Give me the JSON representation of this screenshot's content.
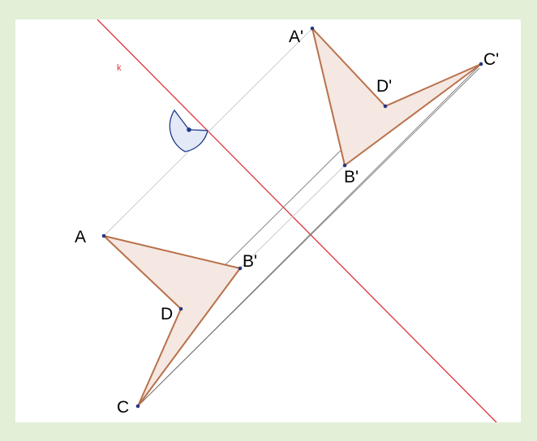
{
  "diagram": {
    "line": {
      "label": "k",
      "color": "#e0313a"
    },
    "angle_mark": {
      "fill": "#e4e9f7",
      "stroke": "#1f3a8a"
    },
    "polygon_style": {
      "fill": "#f5e7e1",
      "stroke": "#b8714a"
    },
    "helper_color": "#7a7a7a",
    "point_color": "#2b3580",
    "original": {
      "A": {
        "label": "A"
      },
      "B": {
        "label": "B'"
      },
      "C": {
        "label": "C"
      },
      "D": {
        "label": "D"
      }
    },
    "image": {
      "A": {
        "label": "A'"
      },
      "B": {
        "label": "B'"
      },
      "C": {
        "label": "C'"
      },
      "D": {
        "label": "D'"
      }
    }
  }
}
